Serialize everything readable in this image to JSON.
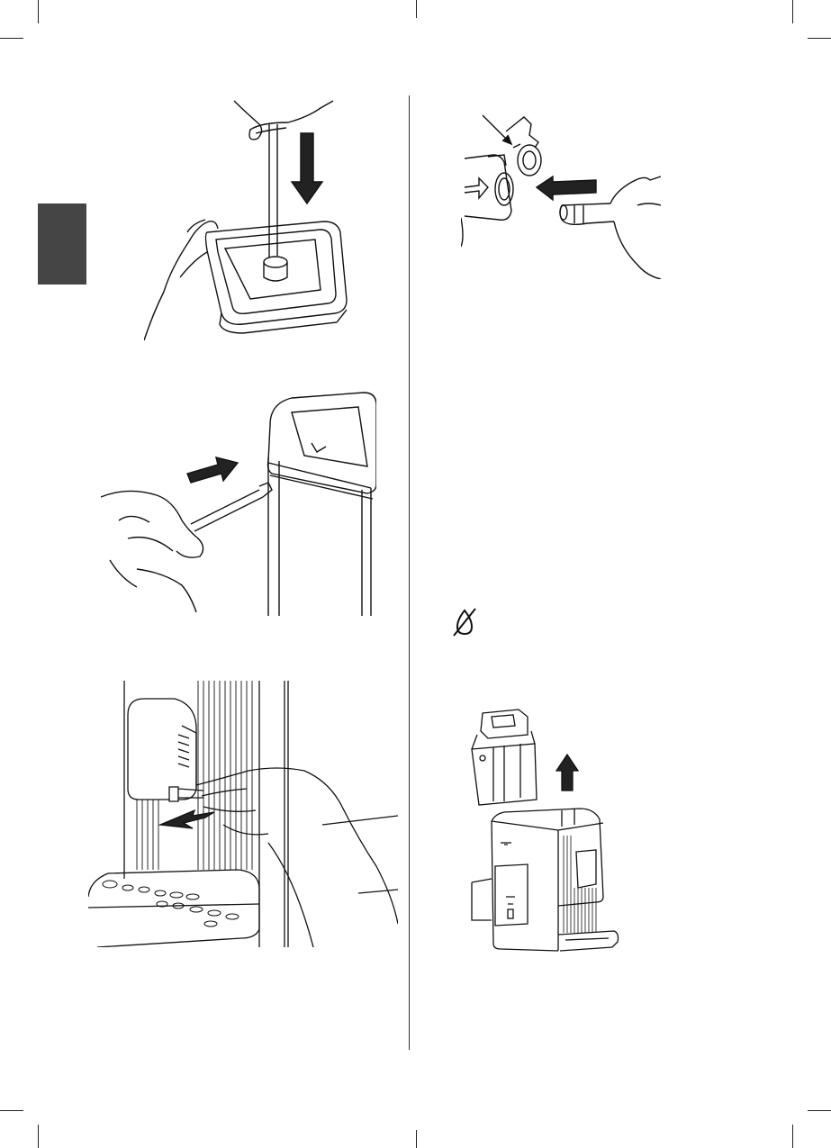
{
  "page": {
    "background": "#ffffff",
    "side_tab_color": "#454545",
    "line_color": "#111111"
  },
  "figures": [
    {
      "name": "water-tank-filter-insert",
      "description_icon": "tank-filter-press"
    },
    {
      "name": "milk-tube-insert-tank",
      "description_icon": "tube-into-container"
    },
    {
      "name": "milk-tube-connect-dispenser",
      "description_icon": "tube-into-spout"
    },
    {
      "name": "dispenser-cap-nozzle",
      "description_icon": "cap-with-arrow"
    },
    {
      "name": "water-tank-removal",
      "description_icon": "tank-lift-up"
    }
  ],
  "icons": {
    "no-water-icon": "crossed-drop-icon"
  }
}
